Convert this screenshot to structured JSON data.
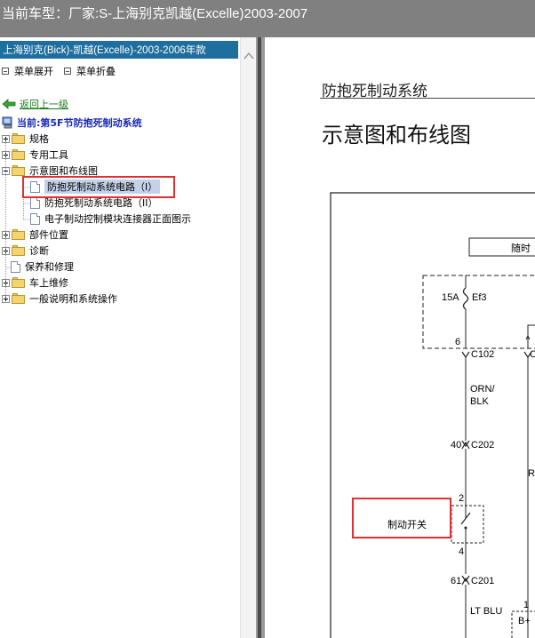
{
  "window": {
    "title": "当前车型：厂家:S-上海别克凯越(Excelle)2003-2007"
  },
  "sidebar": {
    "vehicle_header": "上海别克(Bick)-凯越(Excelle)-2003-2006年款",
    "expand_label": "菜单展开",
    "collapse_label": "菜单折叠",
    "back_link": "返回上一级",
    "current_section": "当前:第5F节防抱死制动系统",
    "tree": {
      "spec": "规格",
      "tools": "专用工具",
      "diagrams": "示意图和布线图",
      "abs_circuit_1": "防抱死制动系统电路（I）",
      "abs_circuit_2": "防抱死制动系统电路（II）",
      "ebcm_connector": "电子制动控制模块连接器正面图示",
      "component_locations": "部件位置",
      "diagnosis": "诊断",
      "maintenance": "保养和修理",
      "on_vehicle_service": "车上维修",
      "general_description": "一般说明和系统操作"
    }
  },
  "document": {
    "section_heading": "防抱死制动系统",
    "page_title": "示意图和布线图",
    "diagram": {
      "hot_at_label": "随时",
      "fuse_rating": "15A",
      "fuse_name": "Ef3",
      "pin_6": "6",
      "connector_c102": "C102",
      "connector_c102_partial": "C",
      "wire_orn_blk_1": "ORN/",
      "wire_orn_blk_2": "BLK",
      "pin_40": "40",
      "connector_c202": "C202",
      "wire_r_partial": "R",
      "pin_2": "2",
      "brake_switch": "制动开关",
      "pin_4": "4",
      "pin_61": "61",
      "connector_c201": "C201",
      "wire_lt_blu": "LT BLU",
      "pin_1": "1",
      "b_plus": "B+"
    }
  },
  "colors": {
    "title_bar": "#808080",
    "vehicle_header": "#1e6e9e",
    "selected_item": "#c5d1e8",
    "highlight_box": "#e03030",
    "link_blue": "#0033aa",
    "link_green": "#1a7a1a"
  },
  "icons": {
    "expand": "square-icon",
    "collapse": "square-icon",
    "back": "green-arrow-left-icon",
    "current": "computer-icon",
    "folder": "folder-icon",
    "document": "document-icon"
  }
}
